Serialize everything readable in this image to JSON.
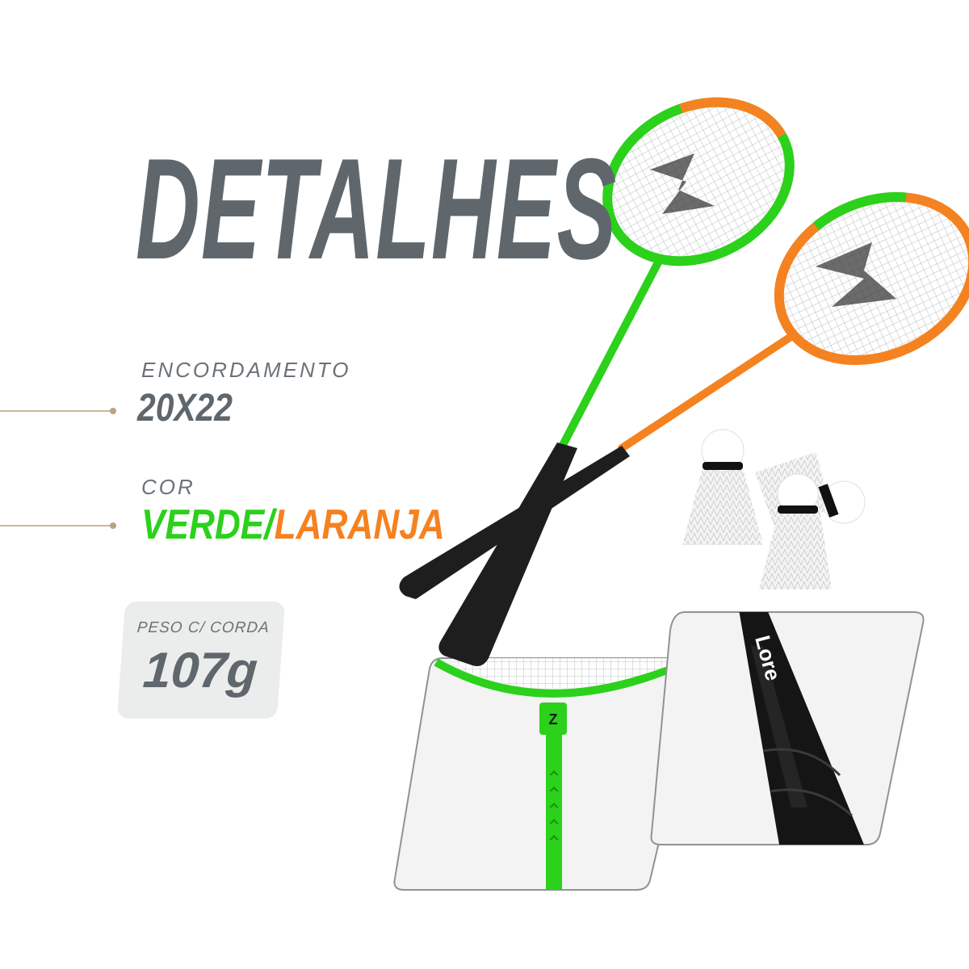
{
  "title": "DETALHES",
  "specs": {
    "stringing_label": "ENCORDAMENTO",
    "stringing_value": "20X22",
    "color_label": "COR",
    "color_value_green": "VERDE/",
    "color_value_orange": "LARANJA",
    "weight_label": "PESO C/ CORDA",
    "weight_value": "107g"
  },
  "brand": {
    "handle_logo": "Lore"
  },
  "colors": {
    "text_gray": "#5f676d",
    "green": "#2bd11a",
    "orange": "#f58220",
    "panel_gray": "#ebecec",
    "accent_line": "#c8b89a"
  }
}
